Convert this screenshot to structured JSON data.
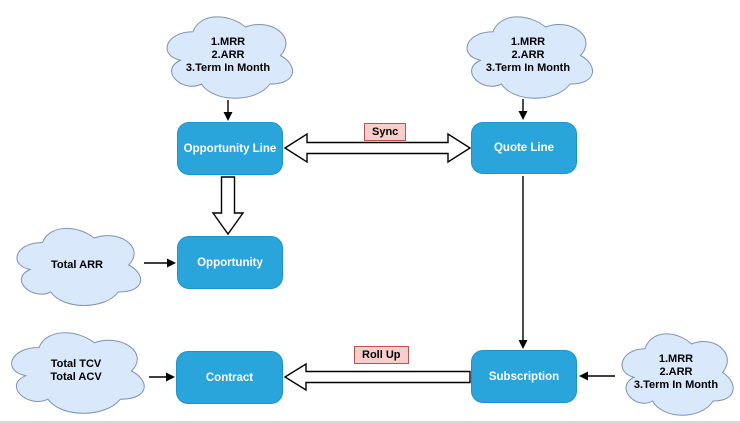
{
  "diagram": {
    "background": "#ffffff",
    "colors": {
      "node_fill": "#2AA5DC",
      "node_border": "#1E93C9",
      "node_text": "#ffffff",
      "cloud_fill": "#DAE8FC",
      "cloud_stroke": "#7D92B5",
      "cloud_text": "#000000",
      "label_fill": "#F8CECC",
      "label_stroke": "#B85450",
      "label_text": "#000000",
      "arrow_color": "#000000",
      "canvas_bg": "#ffffff"
    },
    "nodes": {
      "opportunity_line": "Opportunity Line",
      "quote_line": "Quote Line",
      "opportunity": "Opportunity",
      "contract": "Contract",
      "subscription": "Subscription"
    },
    "clouds": {
      "top_left": {
        "lines": [
          "1.MRR",
          "2.ARR",
          "3.Term In Month"
        ]
      },
      "top_right": {
        "lines": [
          "1.MRR",
          "2.ARR",
          "3.Term In Month"
        ]
      },
      "total_arr": {
        "lines": [
          "Total ARR"
        ]
      },
      "total_tcv_acv": {
        "lines": [
          "Total TCV",
          "Total ACV"
        ]
      },
      "bottom_right": {
        "lines": [
          "1.MRR",
          "2.ARR",
          "3.Term In Month"
        ]
      }
    },
    "edge_labels": {
      "sync": "Sync",
      "roll_up": "Roll Up"
    }
  }
}
